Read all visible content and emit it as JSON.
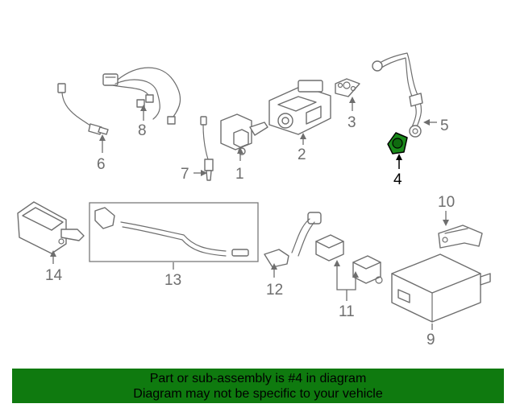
{
  "colors": {
    "banner_bg": "#0f7a0f",
    "highlight_fill": "#1a8a1a",
    "line": "#6e6e6e"
  },
  "callouts": {
    "c1": "1",
    "c2": "2",
    "c3": "3",
    "c4": "4",
    "c5": "5",
    "c6": "6",
    "c7": "7",
    "c8": "8",
    "c9": "9",
    "c10": "10",
    "c11": "11",
    "c12": "12",
    "c13": "13",
    "c14": "14"
  },
  "banner": {
    "line1": "Part or sub-assembly is #4 in diagram",
    "line2": "Diagram may not be specific to your vehicle"
  }
}
